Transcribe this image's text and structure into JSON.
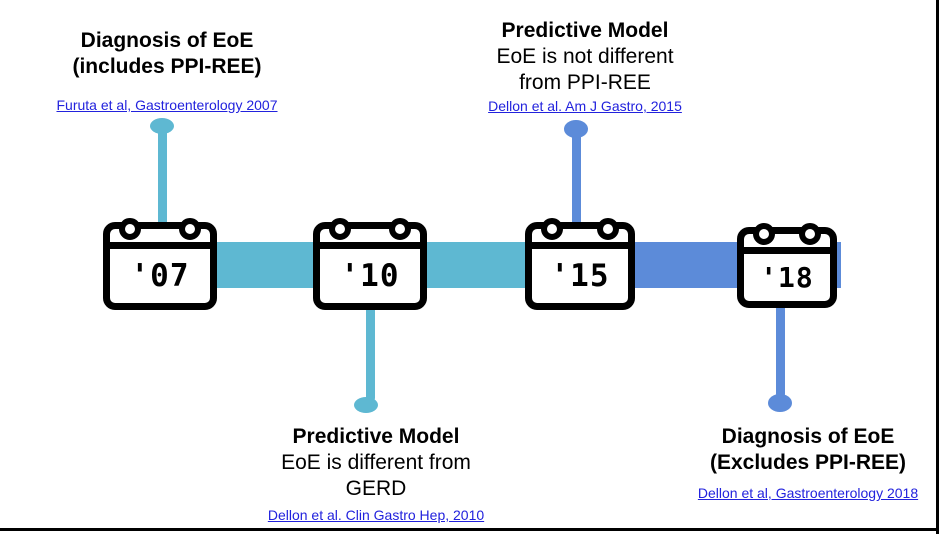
{
  "slide": {
    "description": "Timeline of EoE / PPI-REE diagnosis milestones",
    "colors": {
      "cyan_segment": "#5EB8D2",
      "blue_segment": "#5C8BD9",
      "link_blue": "#2222DD",
      "ink": "#000000"
    }
  },
  "timeline": {
    "years": {
      "y07": "'07",
      "y10": "'10",
      "y15": "'15",
      "y18": "'18"
    }
  },
  "annotations": {
    "a07": {
      "line1": "Diagnosis of EoE",
      "line2": "(includes PPI-REE)",
      "link": "Furuta et al, Gastroenterology 2007"
    },
    "a15": {
      "line1": "Predictive Model",
      "line2": "EoE is not different",
      "line3": "from PPI-REE",
      "link": "Dellon et al. Am J Gastro, 2015"
    },
    "a10": {
      "line1": "Predictive Model",
      "line2": "EoE is different from",
      "line3": "GERD",
      "link": "Dellon et al. Clin Gastro Hep, 2010"
    },
    "a18": {
      "line1": "Diagnosis of EoE",
      "line2": "(Excludes PPI-REE)",
      "link": "Dellon et al, Gastroenterology 2018"
    }
  }
}
